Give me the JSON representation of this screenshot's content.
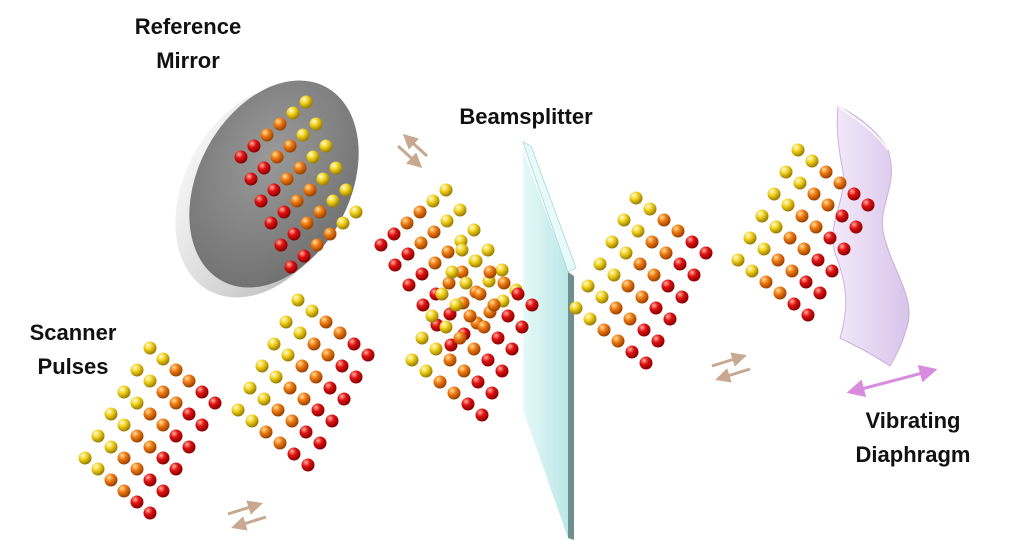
{
  "labels": {
    "reference_mirror": [
      "Reference",
      "Mirror"
    ],
    "beamsplitter": "Beamsplitter",
    "scanner_pulses": [
      "Scanner",
      "Pulses"
    ],
    "vibrating_diaphragm": [
      "Vibrating",
      "Diaphragm"
    ]
  },
  "colors": {
    "dot_red": "#e01010",
    "dot_orange": "#f07a10",
    "dot_yellow": "#f2d21a",
    "mirror_face": "#8a8a8a",
    "beamsplitter": "#c8eeee",
    "diaphragm": "#e6d8f2",
    "small_arrow": "#c8a890",
    "diaphragm_arrow": "#d98be0"
  },
  "icons": [
    "reference-mirror-icon",
    "beamsplitter-icon",
    "diaphragm-icon",
    "pulse-dot-icon",
    "bidirectional-arrow-icon"
  ]
}
